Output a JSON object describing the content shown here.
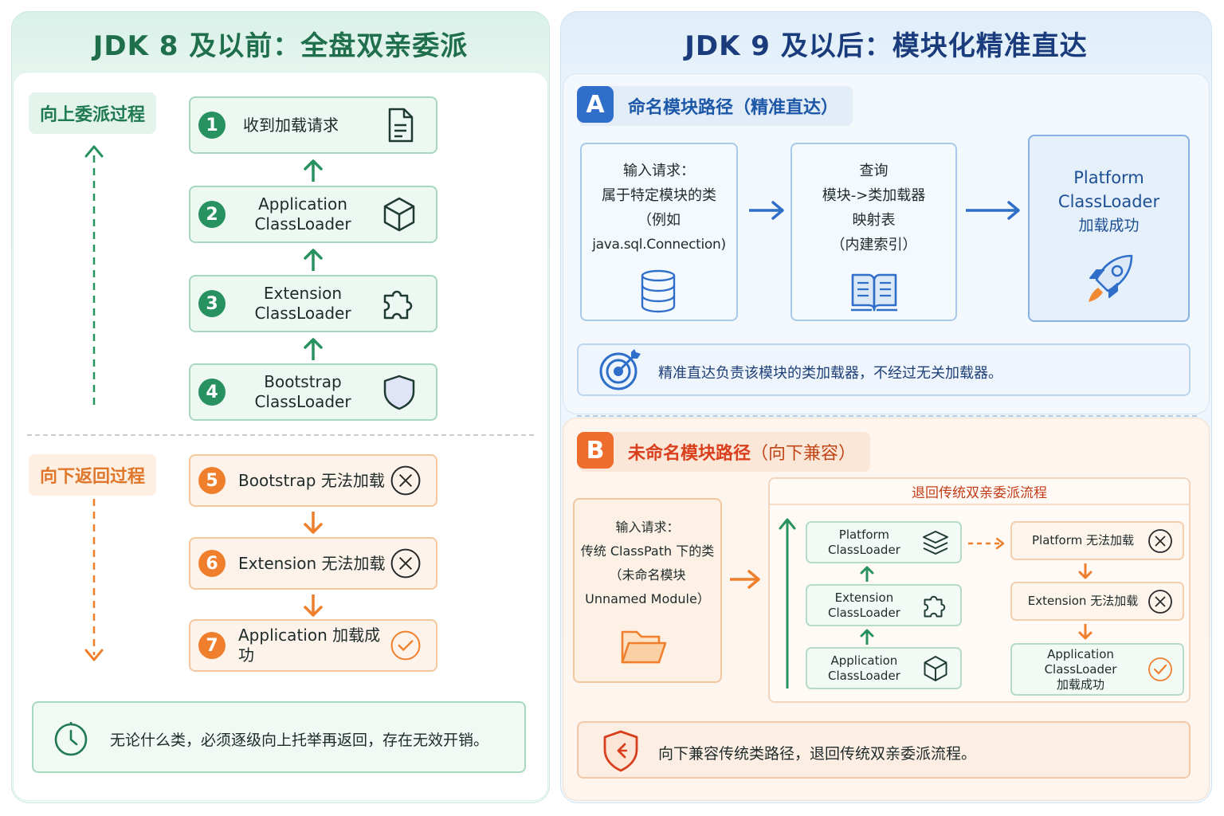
{
  "colors": {
    "green_primary": "#27915f",
    "orange_primary": "#ef7f2c",
    "blue_primary": "#2f6fca",
    "red_primary": "#d93f1c"
  },
  "left": {
    "title": "JDK 8 及以前：全盘双亲委派",
    "upward_tag": "向上委派过程",
    "downward_tag": "向下返回过程",
    "steps_up": [
      {
        "num": "1",
        "label": "收到加载请求",
        "icon": "document-icon"
      },
      {
        "num": "2",
        "label": "Application ClassLoader",
        "icon": "cube-icon"
      },
      {
        "num": "3",
        "label": "Extension ClassLoader",
        "icon": "puzzle-icon"
      },
      {
        "num": "4",
        "label": "Bootstrap ClassLoader",
        "icon": "shield-icon"
      }
    ],
    "steps_down": [
      {
        "num": "5",
        "label": "Bootstrap 无法加载",
        "icon": "x-circle-icon"
      },
      {
        "num": "6",
        "label": "Extension 无法加载",
        "icon": "x-circle-icon"
      },
      {
        "num": "7",
        "label": "Application 加载成功",
        "icon": "check-circle-icon"
      }
    ],
    "note": "无论什么类，必须逐级向上托举再返回，存在无效开销。",
    "note_icon": "clock-icon"
  },
  "right": {
    "title": "JDK 9 及以后：模块化精准直达",
    "section_a": {
      "badge": "A",
      "title": "命名模块路径（精准直达）",
      "input_box": {
        "lines": [
          "输入请求：",
          "属于特定模块的类",
          "（例如",
          "java.sql.Connection)"
        ],
        "icon": "database-icon"
      },
      "lookup_box": {
        "lines": [
          "查询",
          "模块->类加载器",
          "映射表",
          "（内建索引）"
        ],
        "icon": "book-icon"
      },
      "result_box": {
        "lines": [
          "Platform",
          "ClassLoader",
          "加载成功"
        ],
        "icon": "rocket-icon"
      },
      "note": "精准直达负责该模块的类加载器，不经过无关加载器。",
      "note_icon": "target-icon"
    },
    "section_b": {
      "badge": "B",
      "title": "未命名模块路径",
      "title_suffix": "（向下兼容）",
      "input_box": {
        "lines": [
          "输入请求：",
          "传统 ClassPath 下的类",
          "（未命名模块",
          "Unnamed Module）"
        ],
        "icon": "folder-icon"
      },
      "fallback_title": "退回传统双亲委派流程",
      "chain": [
        {
          "label": "Platform ClassLoader",
          "icon": "layers-icon"
        },
        {
          "label": "Extension ClassLoader",
          "icon": "puzzle-icon"
        },
        {
          "label": "Application ClassLoader",
          "icon": "cube-icon"
        }
      ],
      "results": [
        {
          "label": "Platform 无法加载",
          "icon": "x-circle-icon"
        },
        {
          "label": "Extension 无法加载",
          "icon": "x-circle-icon"
        },
        {
          "label": "Application ClassLoader 加载成功",
          "icon": "check-circle-icon"
        }
      ],
      "note": "向下兼容传统类路径，退回传统双亲委派流程。",
      "note_icon": "shield-arrow-icon"
    }
  }
}
